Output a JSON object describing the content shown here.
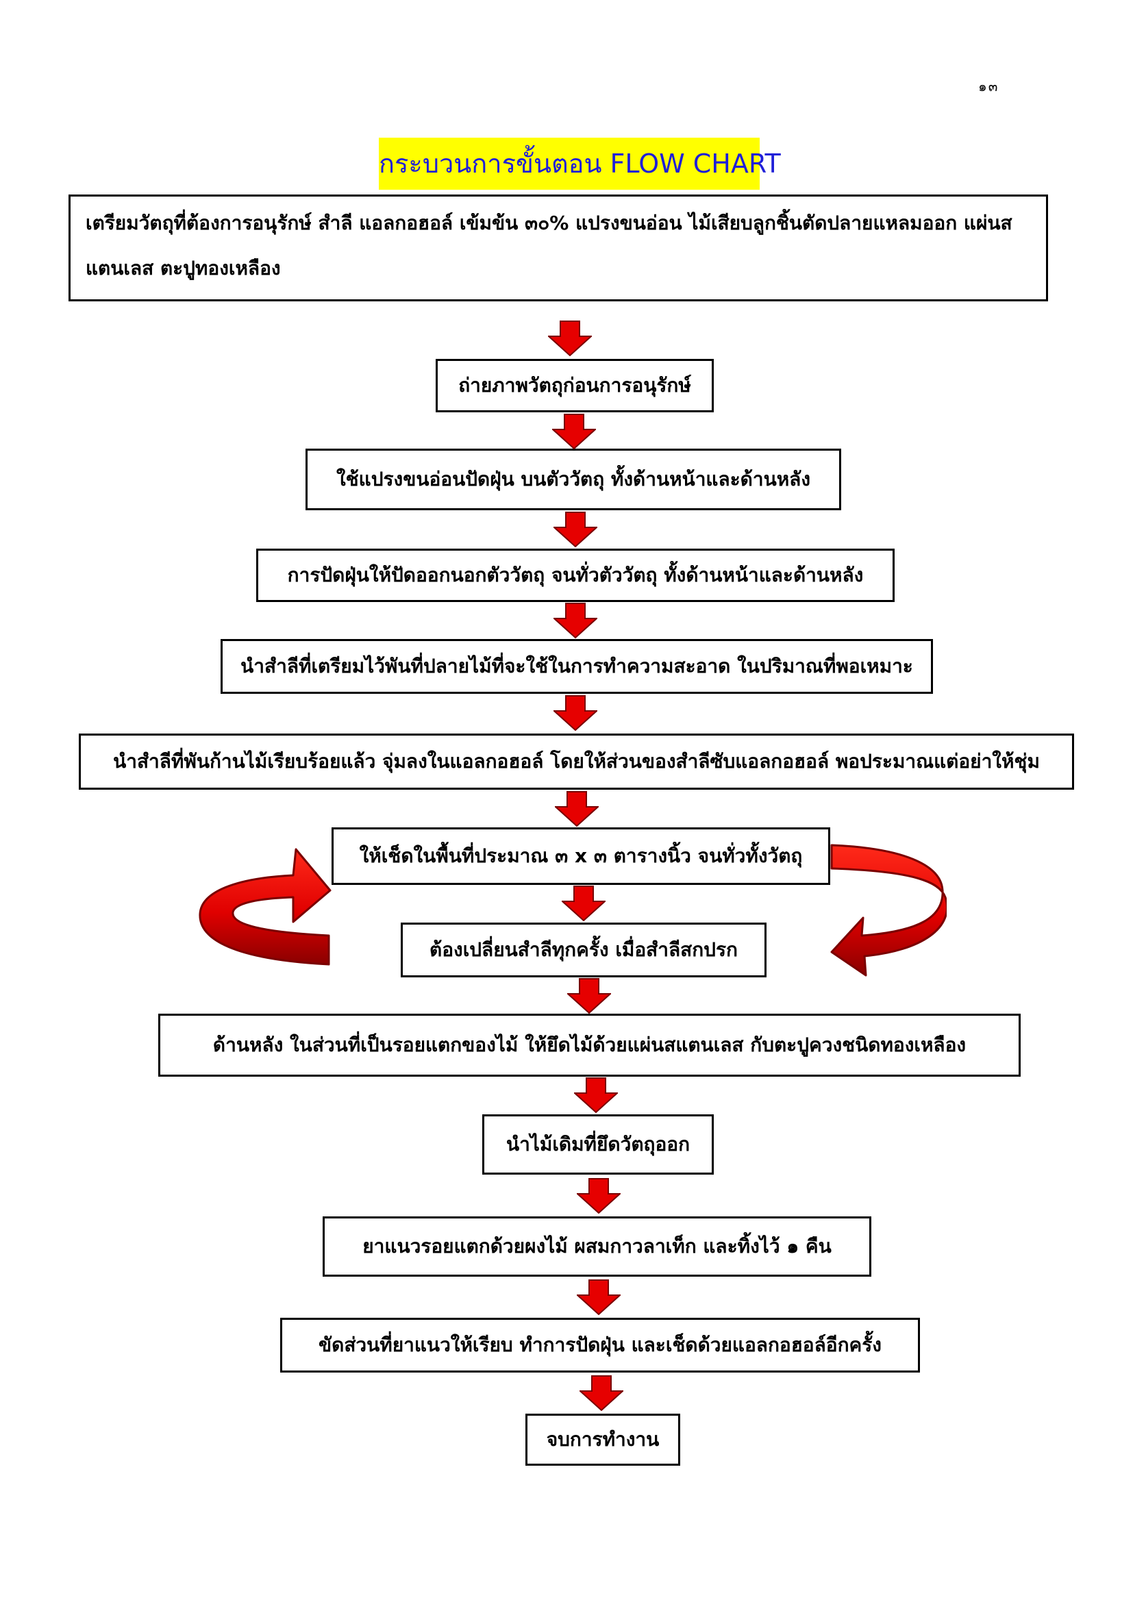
{
  "page_number": "๑๓",
  "title": "กระบวนการขั้นตอน FLOW CHART",
  "steps": [
    "เตรียมวัตถุที่ต้องการอนุรักษ์ สำลี แอลกอฮอล์ เข้มข้น ๓๐% แปรงขนอ่อน ไม้เสียบลูกชิ้นตัดปลายแหลมออก แผ่นสแตนเลส ตะปูทองเหลือง",
    "ถ่ายภาพวัตถุก่อนการอนุรักษ์",
    "ใช้แปรงขนอ่อนปัดฝุ่น บนตัววัตถุ ทั้งด้านหน้าและด้านหลัง",
    "การปัดฝุ่นให้ปัดออกนอกตัววัตถุ จนทั่วตัววัตถุ ทั้งด้านหน้าและด้านหลัง",
    "นำสำลีที่เตรียมไว้พันที่ปลายไม้ที่จะใช้ในการทำความสะอาด ในปริมาณที่พอเหมาะ",
    "นำสำลีที่พันก้านไม้เรียบร้อยแล้ว จุ่มลงในแอลกอฮอล์ โดยให้ส่วนของสำลีซับแอลกอฮอล์ พอประมาณแต่อย่าให้ชุ่ม",
    "ให้เช็ดในพื้นที่ประมาณ ๓ x ๓ ตารางนิ้ว จนทั่วทั้งวัตถุ",
    "ต้องเปลี่ยนสำลีทุกครั้ง เมื่อสำลีสกปรก",
    "ด้านหลัง ในส่วนที่เป็นรอยแตกของไม้ ให้ยึดไม้ด้วยแผ่นสแตนเลส กับตะปูควงชนิดทองเหลือง",
    "นำไม้เดิมที่ยึดวัตถุออก",
    "ยาแนวรอยแตกด้วยผงไม้ ผสมกาวลาเท็ก  และทิ้งไว้ ๑ คืน",
    "ขัดส่วนที่ยาแนวให้เรียบ ทำการปัดฝุ่น และเช็ดด้วยแอลกอฮอล์อีกครั้ง",
    "จบการทำงาน"
  ],
  "colors": {
    "title_bg": "#ffff00",
    "title_text": "#1f1fd8",
    "arrow_fill": "#e60000",
    "arrow_stroke": "#7a0000"
  }
}
